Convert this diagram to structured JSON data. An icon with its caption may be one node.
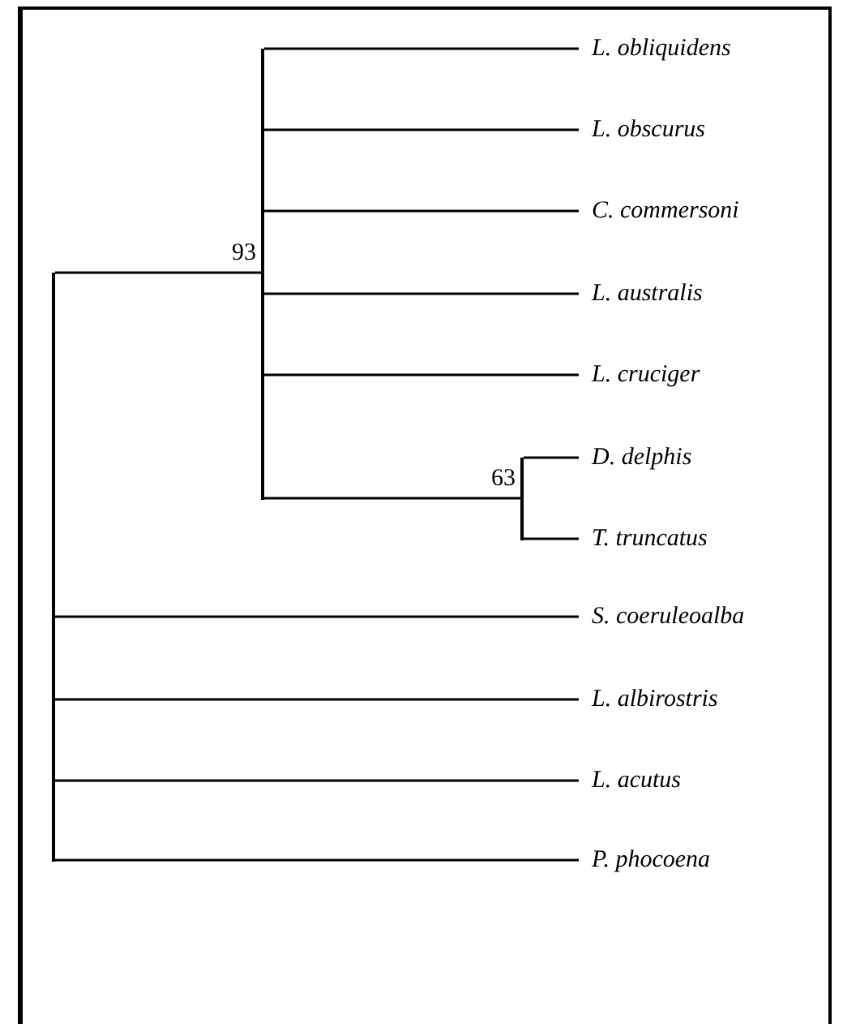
{
  "diagram": {
    "nodes": [
      {
        "text": [],
        "shape": "bar"
      },
      {
        "text": [],
        "shape": "bar",
        "beside": [
          "93"
        ]
      },
      {
        "text": [
          "L. obliquidens"
        ]
      },
      {
        "text": [
          "L. obscurus"
        ]
      },
      {
        "text": [
          "C. commersoni"
        ]
      },
      {
        "text": [
          "L. australis"
        ]
      },
      {
        "text": [
          "L. cruciger"
        ]
      },
      {
        "text": [],
        "shape": "bar",
        "beside": [
          "63"
        ]
      },
      {
        "text": [
          "D. delphis"
        ]
      },
      {
        "text": [
          "T. truncatus"
        ]
      },
      {
        "text": [
          "S. coeruleoalba"
        ]
      },
      {
        "text": [
          "L. albirostris"
        ]
      },
      {
        "text": [
          "L. acutus"
        ]
      },
      {
        "text": [
          "P. phocoena"
        ]
      }
    ],
    "edges": [
      {
        "from": 0,
        "to": 1,
        "arrow": "none"
      },
      {
        "from": 1,
        "to": 2,
        "arrow": "none"
      },
      {
        "from": 1,
        "to": 3,
        "arrow": "none"
      },
      {
        "from": 1,
        "to": 4,
        "arrow": "none"
      },
      {
        "from": 1,
        "to": 5,
        "arrow": "none"
      },
      {
        "from": 1,
        "to": 6,
        "arrow": "none"
      },
      {
        "from": 1,
        "to": 7,
        "arrow": "none"
      },
      {
        "from": 7,
        "to": 8,
        "arrow": "none"
      },
      {
        "from": 7,
        "to": 9,
        "arrow": "none"
      },
      {
        "from": 0,
        "to": 10,
        "arrow": "none"
      },
      {
        "from": 0,
        "to": 11,
        "arrow": "none"
      },
      {
        "from": 0,
        "to": 12,
        "arrow": "none"
      },
      {
        "from": 0,
        "to": 13,
        "arrow": "none"
      }
    ]
  }
}
